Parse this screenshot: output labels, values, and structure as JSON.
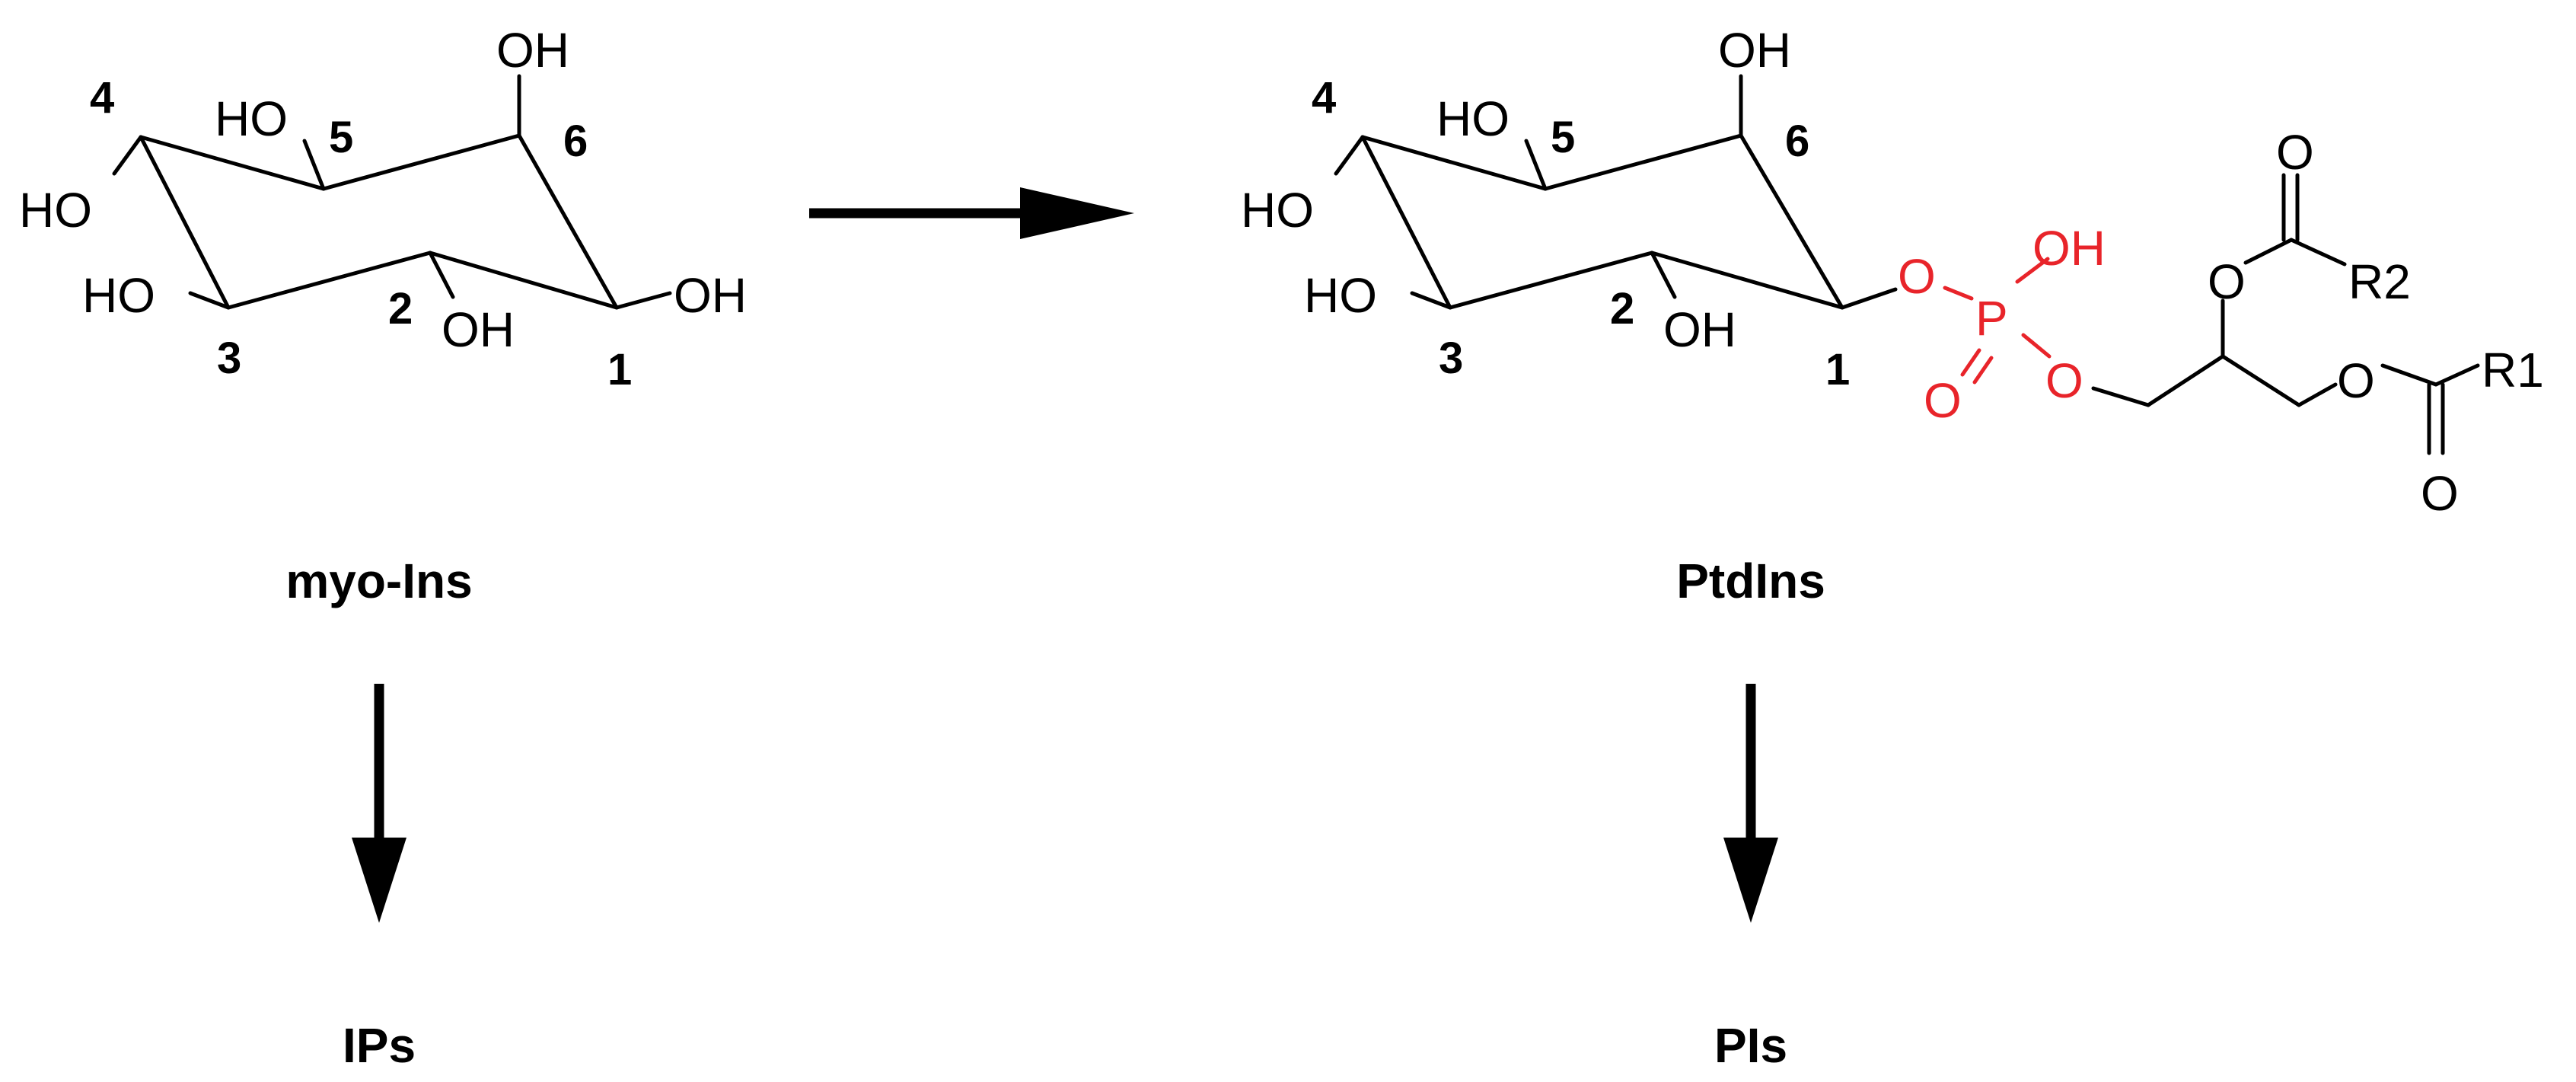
{
  "colors": {
    "ink": "#000000",
    "phosphate": "#e8242a",
    "background": "#ffffff"
  },
  "myo_ins": {
    "label": "myo-Ins",
    "hydroxyls": {
      "oh4": "HO",
      "oh5": "HO",
      "oh6": "OH",
      "oh3": "HO",
      "oh2": "OH",
      "oh1": "OH"
    },
    "positions": {
      "p1": "1",
      "p2": "2",
      "p3": "3",
      "p4": "4",
      "p5": "5",
      "p6": "6"
    }
  },
  "ptdins": {
    "label": "PtdIns",
    "hydroxyls": {
      "oh4": "HO",
      "oh5": "HO",
      "oh6": "OH",
      "oh3": "HO",
      "oh2": "OH"
    },
    "positions": {
      "p1": "1",
      "p2": "2",
      "p3": "3",
      "p4": "4",
      "p5": "5",
      "p6": "6"
    },
    "phosphate": {
      "o_ester": "O",
      "p": "P",
      "oh": "OH",
      "o_double": "O",
      "o_glycerol": "O"
    },
    "glycerol": {
      "o_sn2": "O",
      "carbonyl_o_top": "O",
      "r2": "R2",
      "o_sn1": "O",
      "carbonyl_o_bottom": "O",
      "r1": "R1"
    }
  },
  "products": {
    "left": "IPs",
    "right": "PIs"
  }
}
